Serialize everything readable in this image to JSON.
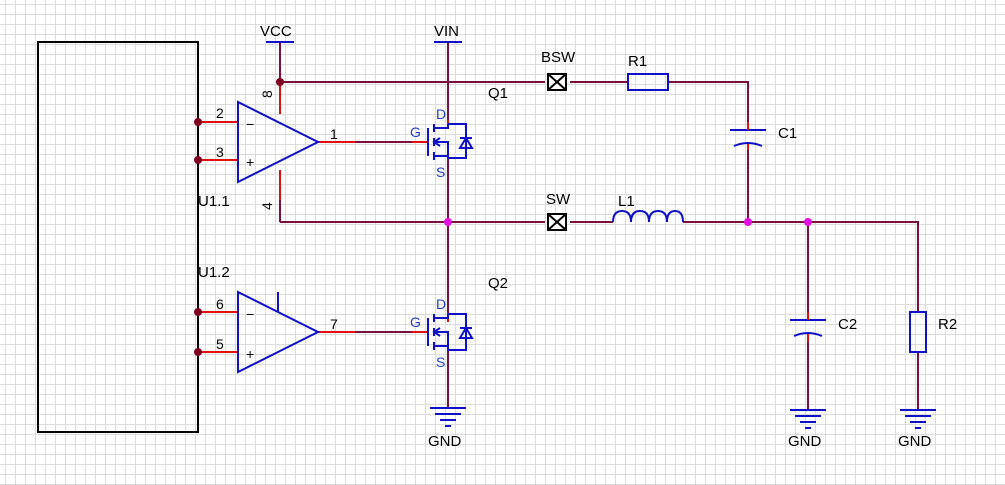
{
  "colors": {
    "wire": "#7a1040",
    "pin_lead": "#e01010",
    "symbol": "#1010c8",
    "junction": "#e010e0",
    "grid": "#dcdcdc"
  },
  "power_labels": {
    "vcc": "VCC",
    "vin": "VIN",
    "gnd_q2": "GND",
    "gnd_c2": "GND",
    "gnd_r2": "GND"
  },
  "net_labels": {
    "bsw": "BSW",
    "sw": "SW"
  },
  "components": {
    "q1": {
      "ref": "Q1",
      "gate": "G",
      "drain": "D",
      "source": "S"
    },
    "q2": {
      "ref": "Q2",
      "gate": "G",
      "drain": "D",
      "source": "S"
    },
    "r1": {
      "ref": "R1"
    },
    "r2": {
      "ref": "R2"
    },
    "c1": {
      "ref": "C1"
    },
    "c2": {
      "ref": "C2"
    },
    "l1": {
      "ref": "L1"
    },
    "u1_1": {
      "ref": "U1.1",
      "pin_inv": "2",
      "pin_noninv": "3",
      "pin_out": "1",
      "pin_vplus": "8",
      "pin_vminus": "4"
    },
    "u1_2": {
      "ref": "U1.2",
      "pin_inv": "6",
      "pin_noninv": "5",
      "pin_out": "7"
    }
  },
  "opamp_signs": {
    "minus": "−",
    "plus": "+"
  }
}
